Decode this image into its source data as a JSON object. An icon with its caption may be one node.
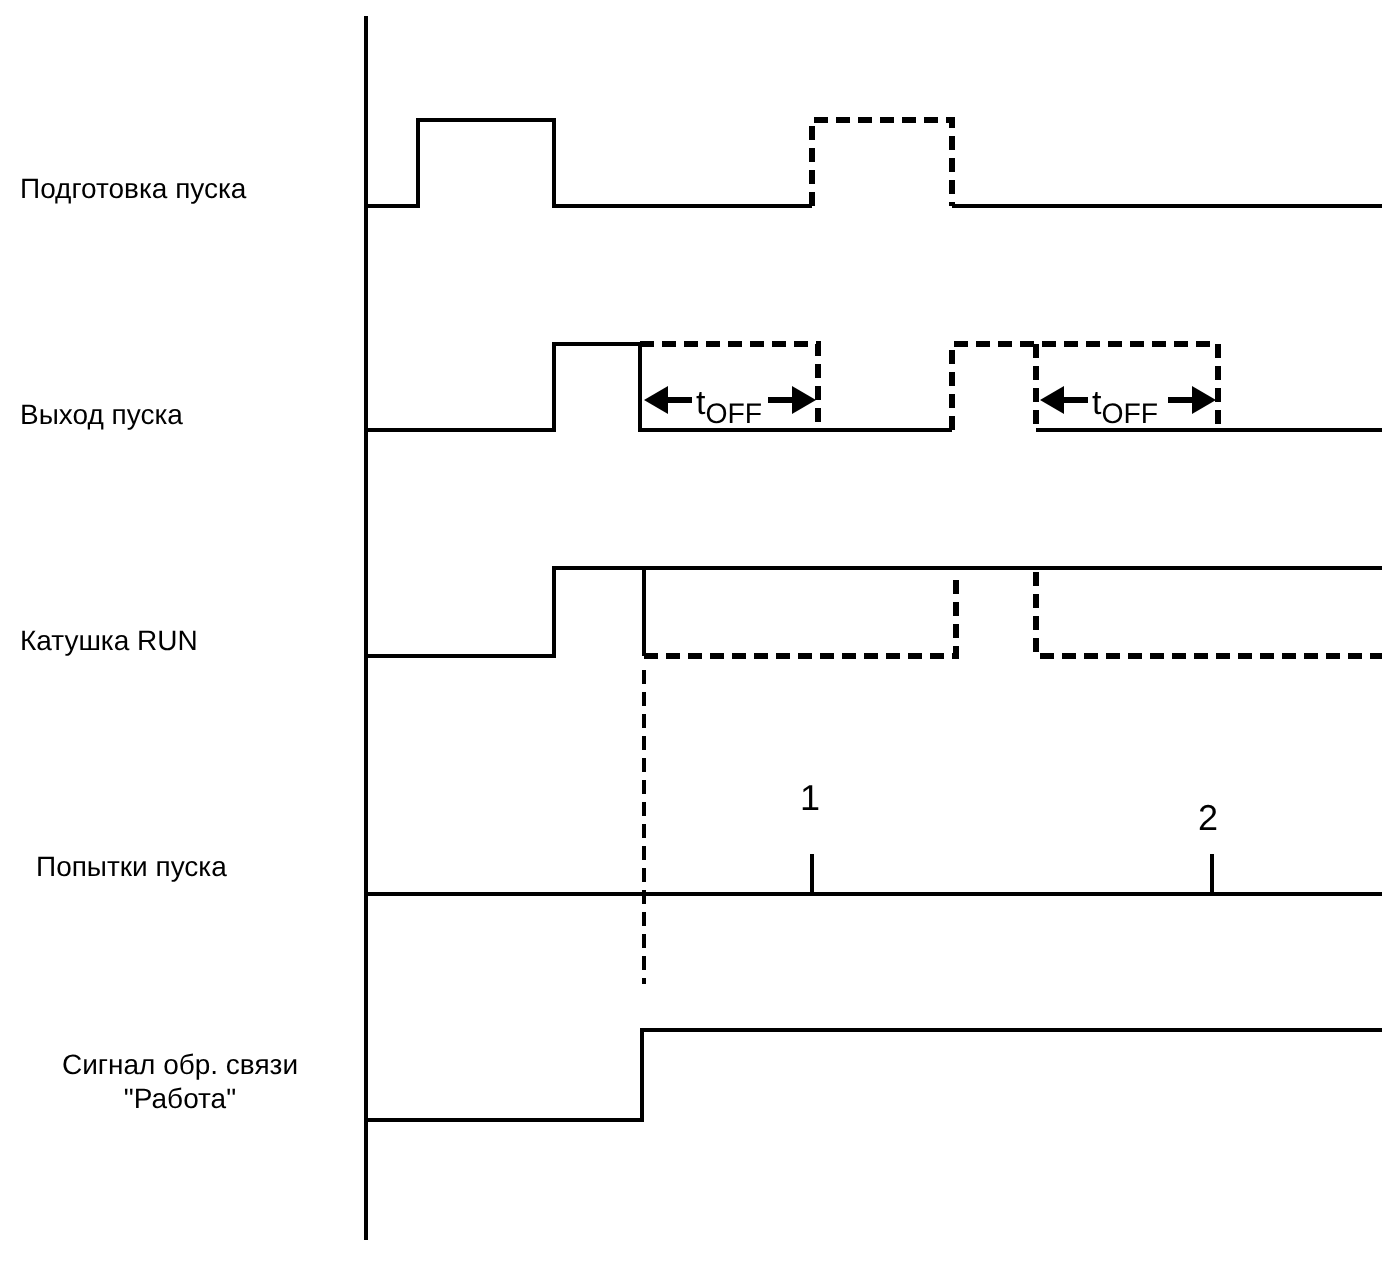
{
  "diagram": {
    "labels": [
      "Подготовка пуска",
      "Выход пуска",
      "t$_{OFF}$",
      "t$_{OFF}$",
      "Катушка RUN",
      "1",
      "2",
      "Попытки пуска",
      "Сигнал обр. связи \"Работа\""
    ]
  }
}
